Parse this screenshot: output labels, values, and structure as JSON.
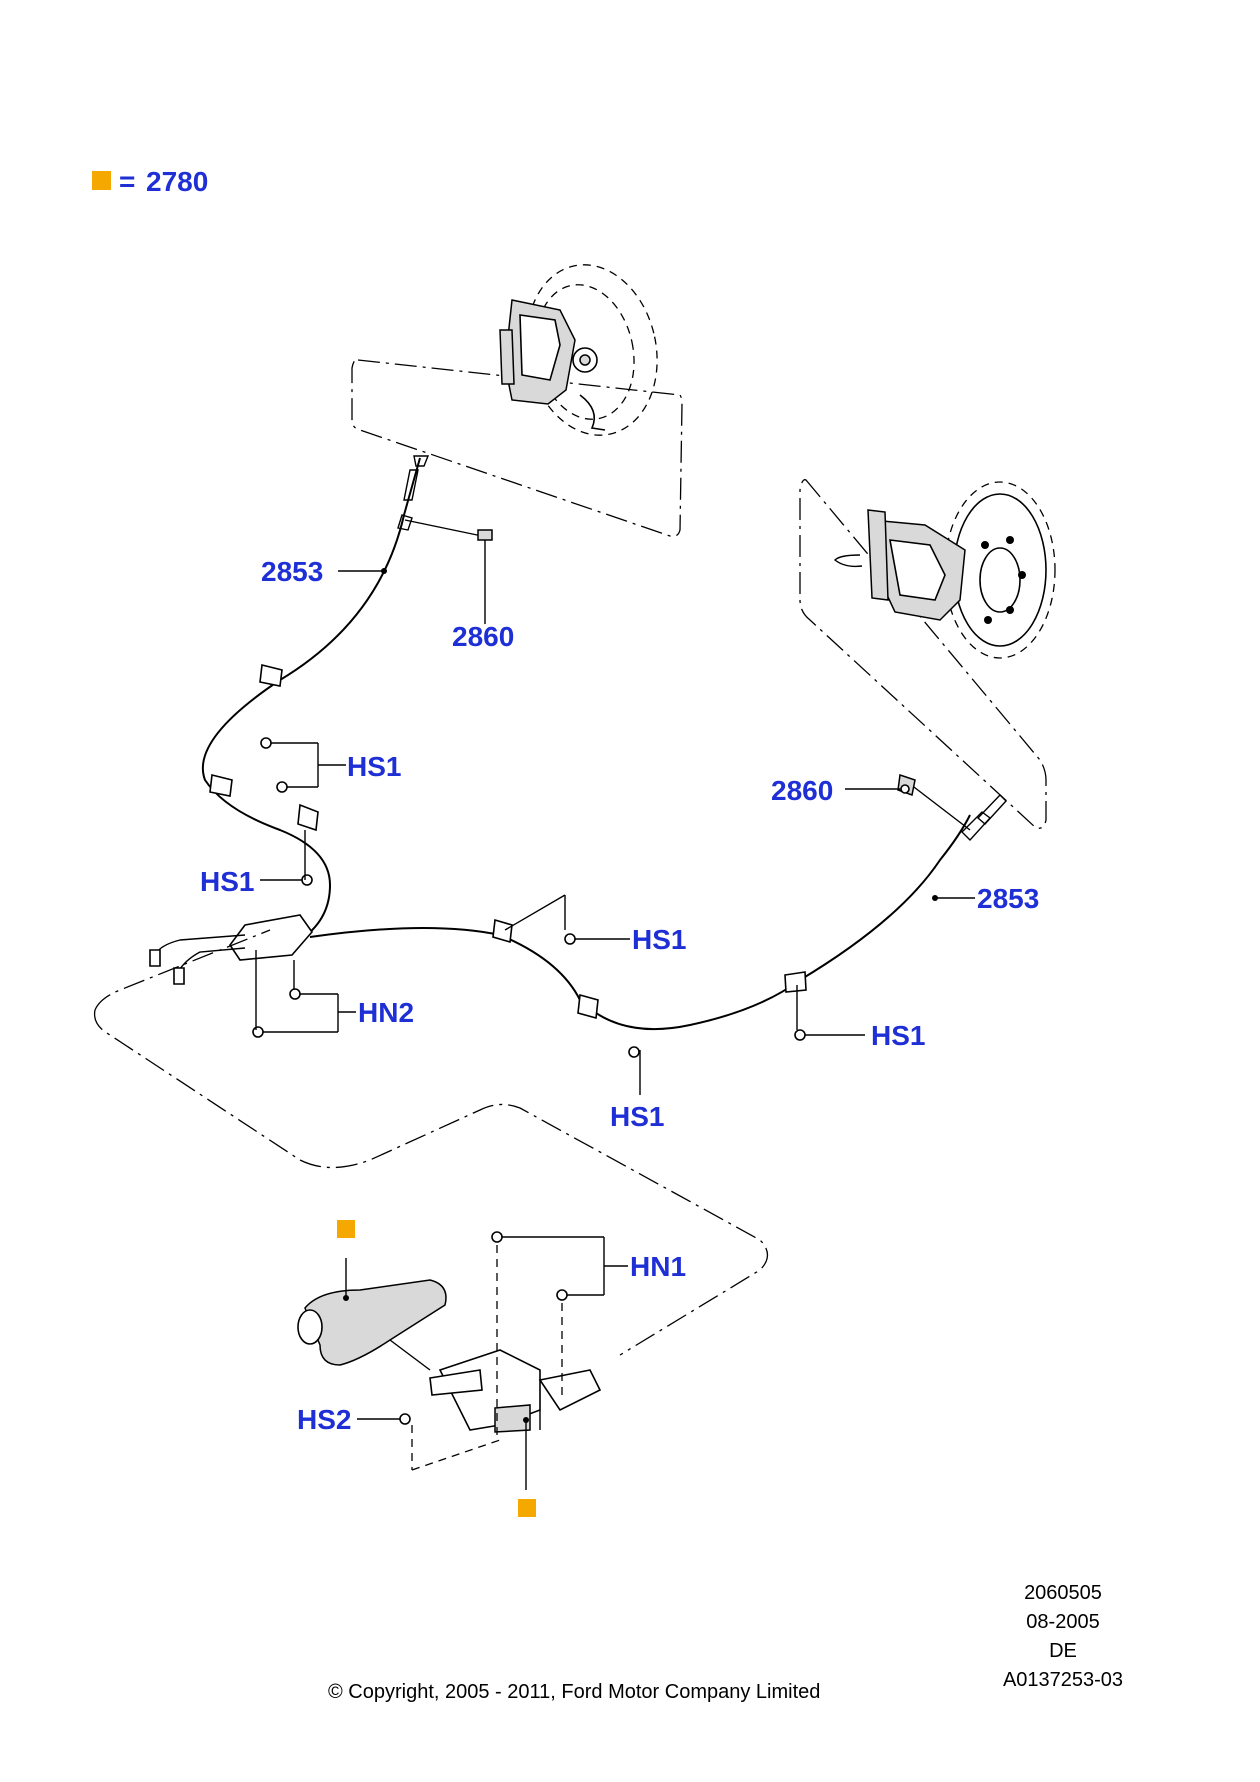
{
  "legend": {
    "marker_color": "#f5a800",
    "equals": "=",
    "part_number": "2780"
  },
  "callouts": {
    "cable_left": "2853",
    "clip_left": "2860",
    "bolt_a": "HS1",
    "bolt_b": "HS1",
    "bolt_c": "HS1",
    "bolt_d": "HS1",
    "bolt_e": "HS1",
    "nut_hn2": "HN2",
    "clip_right": "2860",
    "cable_right": "2853",
    "nut_hn1": "HN1",
    "bolt_hs2": "HS2"
  },
  "colors": {
    "callout_text": "#1f2fd6",
    "marker": "#f5a800",
    "line": "#000000"
  },
  "footer": {
    "copyright": "© Copyright, 2005 - 2011, Ford Motor Company Limited",
    "illustration_id": "2060505",
    "date": "08-2005",
    "language": "DE",
    "drawing_number": "A0137253-03"
  }
}
